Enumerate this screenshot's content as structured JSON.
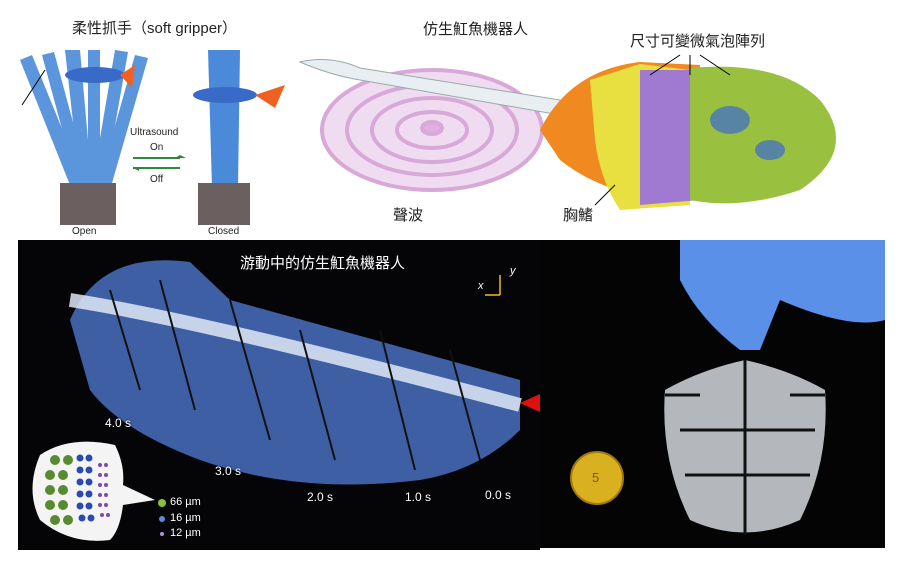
{
  "gripper": {
    "title": "柔性抓手（soft gripper）",
    "ultrasound": "Ultrasound",
    "on": "On",
    "off": "Off",
    "open": "Open",
    "closed": "Closed"
  },
  "stingray": {
    "title": "仿生魟魚機器人",
    "bubble_array": "尺寸可變微氣泡陣列",
    "sound_wave": "聲波",
    "pectoral_fin": "胸鰭"
  },
  "swimming": {
    "title": "游動中的仿生魟魚機器人",
    "axis_x": "x",
    "axis_y": "y",
    "times": [
      "4.0 s",
      "3.0 s",
      "2.0 s",
      "1.0 s",
      "0.0 s"
    ],
    "legend": [
      {
        "label": "66 µm",
        "color": "#6a9a3a"
      },
      {
        "label": "16 µm",
        "color": "#3a6ad0"
      },
      {
        "label": "12 µm",
        "color": "#9a7ad0"
      }
    ]
  },
  "coin": {
    "value": "5"
  }
}
